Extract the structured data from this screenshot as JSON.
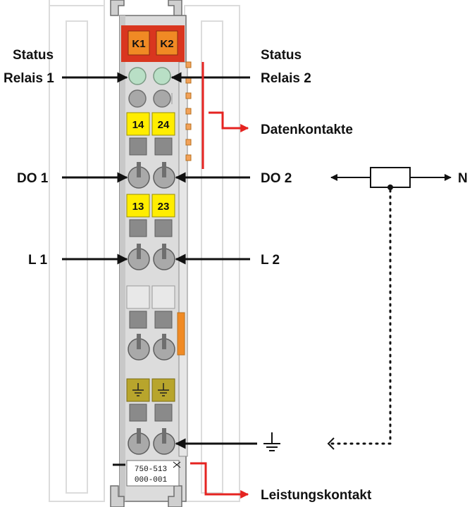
{
  "module": {
    "part_number_line1": "750-513",
    "part_number_line2": "000-001",
    "relay_tags": [
      "K1",
      "K2"
    ],
    "terminal_tags_row1": [
      "14",
      "24"
    ],
    "terminal_tags_row2": [
      "13",
      "23"
    ],
    "colors": {
      "housing": "#dcdcdc",
      "housing_outline": "#6f6f6f",
      "header_red": "#d9361f",
      "relay_orange": "#f08a24",
      "terminal_yellow": "#ffed00",
      "ground_olive": "#b8a52c",
      "led_green": "#b9dfc6",
      "contact_orange": "#f2a25a",
      "slot_gray": "#8a8a8a"
    }
  },
  "labels": {
    "status_left_line1": "Status",
    "status_left_line2": "Relais 1",
    "status_right_line1": "Status",
    "status_right_line2": "Relais 2",
    "datenkontakte": "Datenkontakte",
    "do1": "DO 1",
    "do2": "DO 2",
    "l1": "L 1",
    "l2": "L 2",
    "leistungskontakt": "Leistungskontakt",
    "n": "N"
  },
  "colors": {
    "arrow": "#111111",
    "highlight_arrow": "#e52320"
  }
}
